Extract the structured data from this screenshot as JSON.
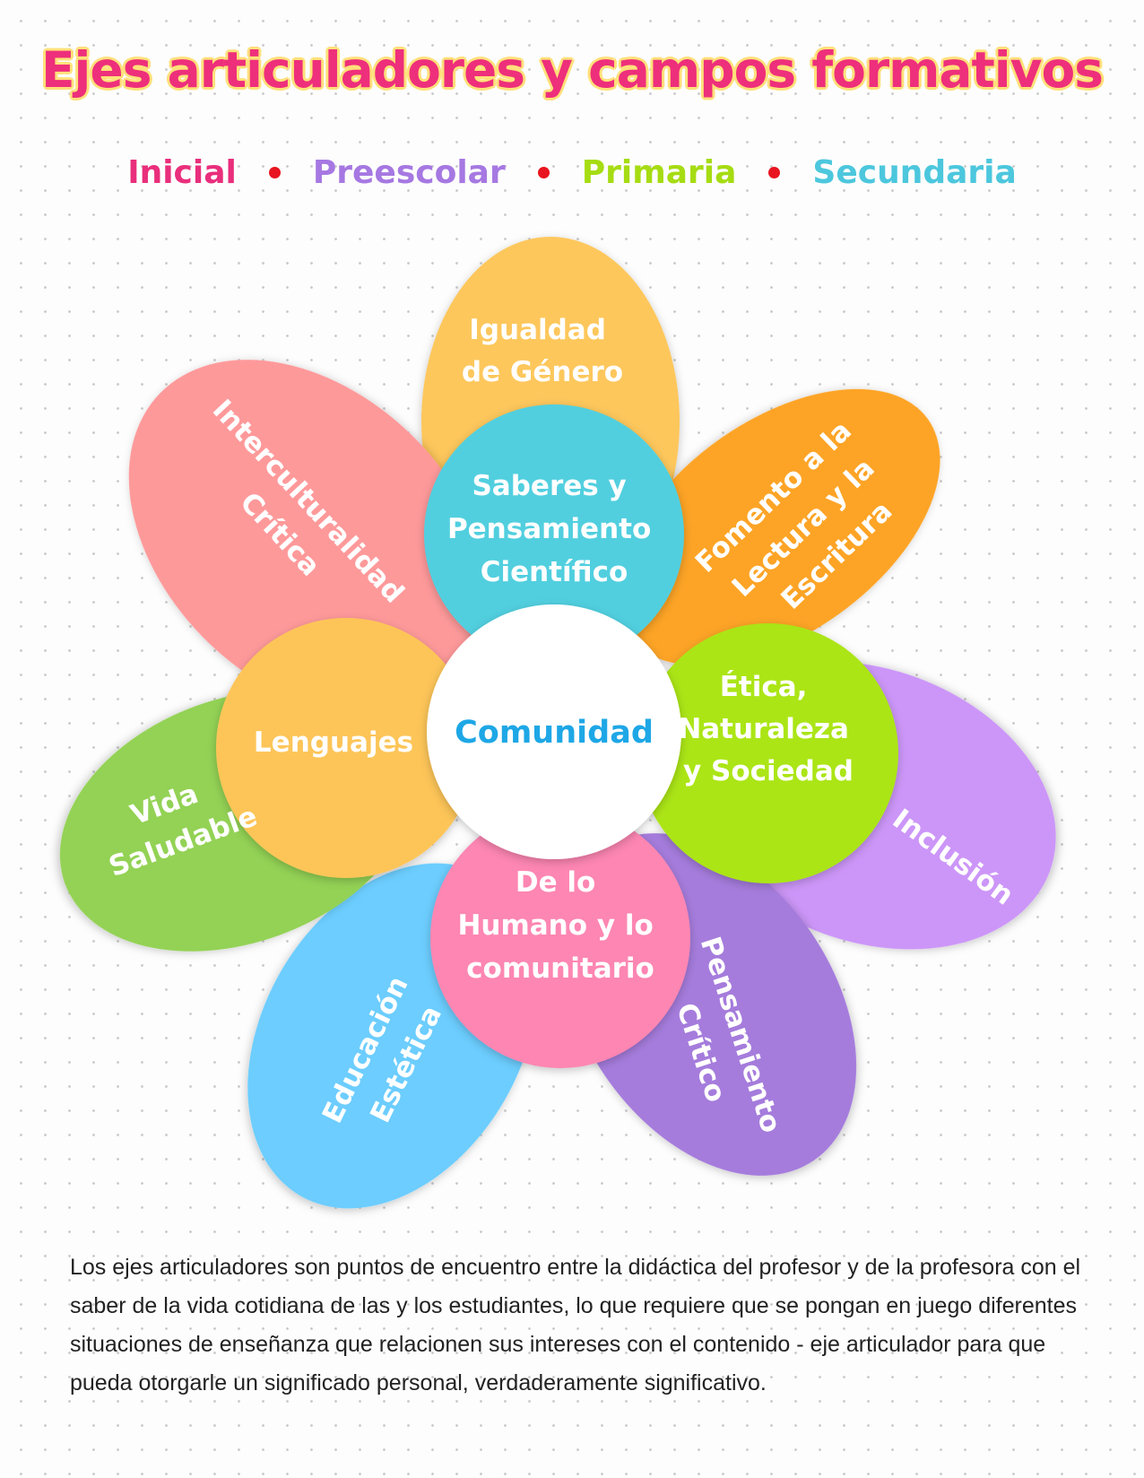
{
  "title": "Ejes articuladores y campos formativos",
  "levels": [
    {
      "label": "Inicial",
      "color": "#e92e7c"
    },
    {
      "label": "Preescolar",
      "color": "#a678e2"
    },
    {
      "label": "Primaria",
      "color": "#a6dc12"
    },
    {
      "label": "Secundaria",
      "color": "#4cc7dd"
    }
  ],
  "separator_color": "#e8141f",
  "ejes": [
    {
      "lines": [
        "Igualdad",
        "de Género"
      ],
      "color": "#fdc75b"
    },
    {
      "lines": [
        "Fomento a la",
        "Lectura y la",
        "Escritura"
      ],
      "color": "#fda427"
    },
    {
      "lines": [
        "Inclusión"
      ],
      "color": "#cc96f8"
    },
    {
      "lines": [
        "Pensamiento",
        "Crítico"
      ],
      "color": "#a57bdc"
    },
    {
      "lines": [
        "Educación",
        "Estética"
      ],
      "color": "#6ccdfe"
    },
    {
      "lines": [
        "Vida",
        "Saludable"
      ],
      "color": "#93d254"
    },
    {
      "lines": [
        "Interculturalidad",
        "Crítica"
      ],
      "color": "#fe999a"
    }
  ],
  "campos": [
    {
      "lines": [
        "Saberes y",
        "Pensamiento",
        "Científico"
      ],
      "color": "#51cfdf"
    },
    {
      "lines": [
        "Ética,",
        "Naturaleza",
        "y Sociedad"
      ],
      "color": "#abe513"
    },
    {
      "lines": [
        "De lo",
        "Humano y lo",
        "comunitario"
      ],
      "color": "#fd86b2"
    },
    {
      "lines": [
        "Lenguajes"
      ],
      "color": "#fdc558"
    }
  ],
  "center": {
    "label": "Comunidad",
    "color": "#1ea7e6"
  },
  "paragraph": "Los ejes articuladores son puntos de encuentro entre la didáctica del profesor y de la profesora con el saber de la vida cotidiana de las y los estudiantes, lo que requiere que se pongan en juego diferentes situaciones de enseñanza que relacionen sus intereses con el contenido - eje articulador para que pueda otorgarle un significado personal, verdaderamente significativo."
}
